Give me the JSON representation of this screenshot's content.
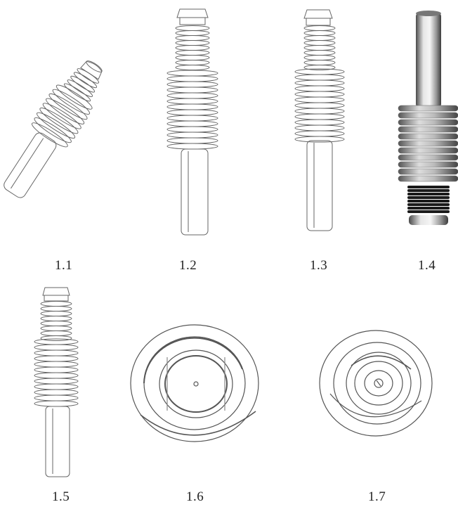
{
  "figure_labels": [
    "1.1",
    "1.2",
    "1.3",
    "1.4",
    "1.5",
    "1.6",
    "1.7"
  ],
  "colors": {
    "line": "#555555",
    "metal_dark": "#5a5a5a",
    "metal_light": "#d8d8d8",
    "thread_black": "#1a1a1a"
  }
}
